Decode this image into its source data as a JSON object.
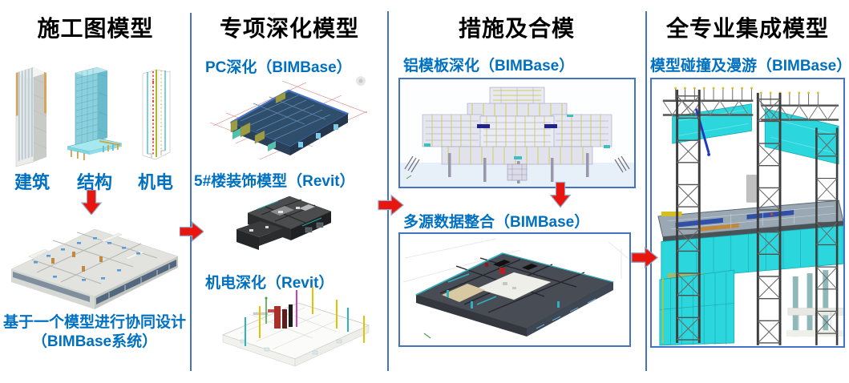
{
  "palette": {
    "label_blue": "#0070C0",
    "arrow_red": "#E9150F",
    "divider_blue": "#4472C4",
    "frame_border_blue": "#4472C4",
    "title_color": "#000000"
  },
  "columns": [
    {
      "title": "施工图模型",
      "model_labels": [
        "建筑",
        "结构",
        "机电"
      ],
      "caption_line1": "基于一个模型进行协同设计",
      "caption_line2": "（BIMBase系统）",
      "models": [
        "architecture-tower-model",
        "structure-tower-model",
        "mep-tower-model",
        "collaborative-design-floor-model"
      ]
    },
    {
      "title": "专项深化模型",
      "sections": [
        {
          "label": "PC深化（BIMBase）",
          "model": "pc-deepening-model"
        },
        {
          "label": "5#楼装饰模型（Revit）",
          "model": "no5-building-decoration-model"
        },
        {
          "label": "机电深化（Revit）",
          "model": "mep-deepening-model"
        }
      ]
    },
    {
      "title": "措施及合模",
      "sections": [
        {
          "label": "铝模板深化（BIMBase）",
          "model": "aluminum-formwork-deepening-model"
        },
        {
          "label": "多源数据整合（BIMBase）",
          "model": "multi-source-data-integration-model"
        }
      ]
    },
    {
      "title": "全专业集成模型",
      "sections": [
        {
          "label": "模型碰撞及漫游（BIMBase）",
          "model": "model-clash-and-walkthrough-model"
        }
      ]
    }
  ],
  "arrows": {
    "color": "#E9150F",
    "items": [
      "down-from-structure",
      "right-col1-to-col2",
      "right-col2-to-col3",
      "down-formwork-to-integration",
      "right-col3-to-col4"
    ]
  }
}
